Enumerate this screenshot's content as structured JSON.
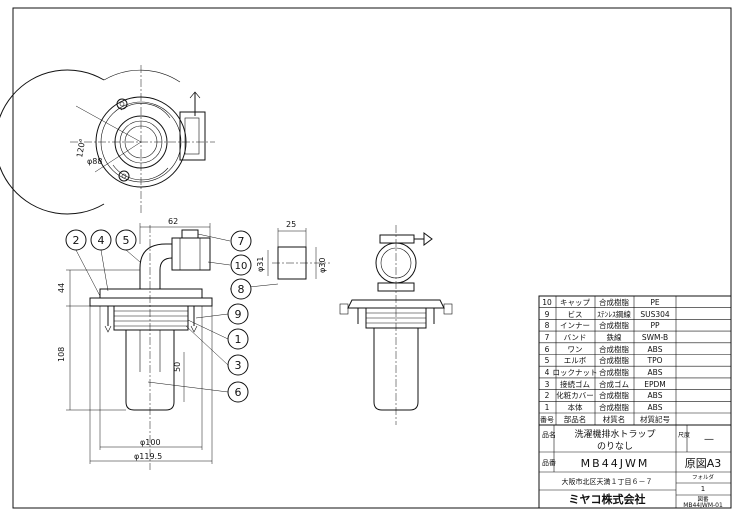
{
  "dimensions": {
    "top_width": "62",
    "elbow_tube_length": "25",
    "dia_31": "φ31",
    "dia_30": "φ30",
    "height_44": "44",
    "height_108": "108",
    "length_50": "50",
    "dia_100": "φ100",
    "dia_119_5": "φ119.5",
    "angle_120": "120°",
    "dia_88": "φ88"
  },
  "balloons": [
    "2",
    "4",
    "5",
    "7",
    "10",
    "8",
    "9",
    "1",
    "3",
    "6"
  ],
  "parts_table": {
    "headers": [
      "番号",
      "部品名",
      "材質名",
      "材質記号"
    ],
    "rows": [
      [
        "10",
        "キャップ",
        "合成樹脂",
        "PE"
      ],
      [
        "9",
        "ビス",
        "ｽﾃﾝﾚｽ鋼線",
        "SUS304"
      ],
      [
        "8",
        "インナー",
        "合成樹脂",
        "PP"
      ],
      [
        "7",
        "バンド",
        "鉄線",
        "SWM-B"
      ],
      [
        "6",
        "ワン",
        "合成樹脂",
        "ABS"
      ],
      [
        "5",
        "エルボ",
        "合成樹脂",
        "TPO"
      ],
      [
        "4",
        "ロックナット",
        "合成樹脂",
        "ABS"
      ],
      [
        "3",
        "接続ゴム",
        "合成ゴム",
        "EPDM"
      ],
      [
        "2",
        "化粧カバー",
        "合成樹脂",
        "ABS"
      ],
      [
        "1",
        "本体",
        "合成樹脂",
        "ABS"
      ]
    ]
  },
  "title_block": {
    "name_label": "品名",
    "product_name_line1": "洗濯機排水トラップ",
    "product_name_line2": "のりなし",
    "scale_label": "尺度",
    "scale_value": "—",
    "code_label": "品番",
    "model": "MB44JWM",
    "original": "原図A3",
    "address": "大阪市北区天満１丁目６－７",
    "folder_label": "フォルダ",
    "folder_value": "1",
    "drawing_label": "図番",
    "drawing_number": "MB44JWM-01",
    "company": "ミヤコ株式会社"
  }
}
